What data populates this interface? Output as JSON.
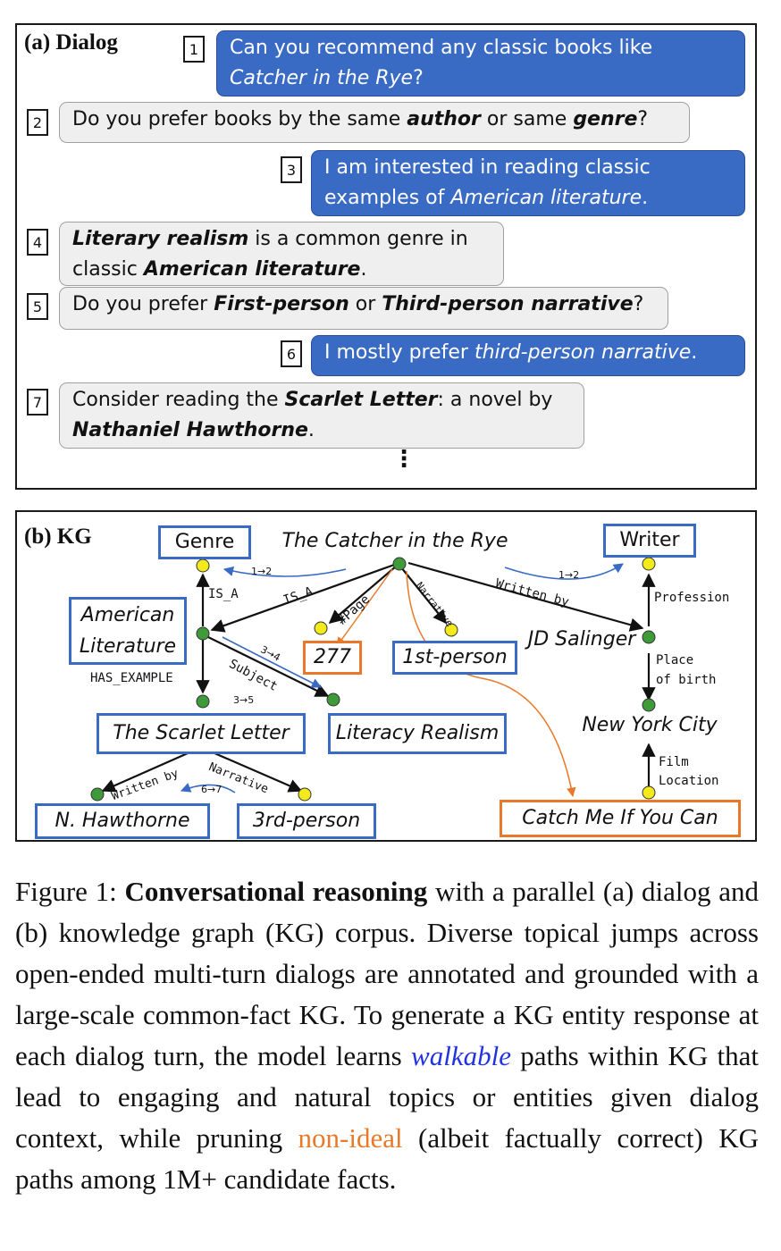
{
  "panel_a": {
    "title": "(a) Dialog",
    "turns": [
      {
        "num": "1",
        "speaker": "user",
        "segments": [
          {
            "t": "Can you recommend any classic books like "
          },
          {
            "t": "Catcher in the Rye",
            "s": "i"
          },
          {
            "t": "?"
          }
        ]
      },
      {
        "num": "2",
        "speaker": "bot",
        "segments": [
          {
            "t": "Do you prefer books by the same "
          },
          {
            "t": "author",
            "s": "bi"
          },
          {
            "t": " or same "
          },
          {
            "t": "genre",
            "s": "bi"
          },
          {
            "t": "?"
          }
        ]
      },
      {
        "num": "3",
        "speaker": "user",
        "segments": [
          {
            "t": "I am interested in reading classic examples of "
          },
          {
            "t": "American literature",
            "s": "i"
          },
          {
            "t": "."
          }
        ]
      },
      {
        "num": "4",
        "speaker": "bot",
        "segments": [
          {
            "t": "Literary realism",
            "s": "bi"
          },
          {
            "t": " is a common genre in classic "
          },
          {
            "t": "American literature",
            "s": "bi"
          },
          {
            "t": "."
          }
        ]
      },
      {
        "num": "5",
        "speaker": "bot",
        "segments": [
          {
            "t": "Do you prefer "
          },
          {
            "t": "First-person",
            "s": "bi"
          },
          {
            "t": " or "
          },
          {
            "t": "Third-person narrative",
            "s": "bi"
          },
          {
            "t": "?"
          }
        ]
      },
      {
        "num": "6",
        "speaker": "user",
        "segments": [
          {
            "t": "I mostly prefer "
          },
          {
            "t": "third-person narrative",
            "s": "i"
          },
          {
            "t": "."
          }
        ]
      },
      {
        "num": "7",
        "speaker": "bot",
        "segments": [
          {
            "t": "Consider reading the "
          },
          {
            "t": "Scarlet Letter",
            "s": "bi"
          },
          {
            "t": ": a novel by "
          },
          {
            "t": "Nathaniel Hawthorne",
            "s": "bi"
          },
          {
            "t": "."
          }
        ]
      }
    ],
    "ellipsis": "⋮"
  },
  "panel_b": {
    "title": "(b) KG",
    "nodes": {
      "genre": "Genre",
      "catcher": "The Catcher in the Rye",
      "writer": "Writer",
      "american_literature_1": "American",
      "american_literature_2": "Literature",
      "page_count": "277",
      "first_person": "1st-person",
      "jd_salinger": "JD Salinger",
      "scarlet_letter": "The Scarlet Letter",
      "literacy_realism": "Literacy Realism",
      "new_york_city": "New York City",
      "hawthorne": "N. Hawthorne",
      "third_person": "3rd-person",
      "catch_me": "Catch Me If You Can"
    },
    "edges": {
      "is_a_left": "IS_A",
      "is_a_diag": "IS_A",
      "page": "#Page",
      "narrative_top": "Narrative",
      "written_by_top": "Written by",
      "profession": "Profession",
      "place_of_birth_1": "Place",
      "place_of_birth_2": "of birth",
      "has_example": "HAS_EXAMPLE",
      "subject": "Subject",
      "written_by_bottom": "Written by",
      "narrative_bottom": "Narrative",
      "film_location_1": "Film",
      "film_location_2": "Location"
    },
    "steps": {
      "s12_left": "1→2",
      "s12_right": "1→2",
      "s34": "3→4",
      "s35": "3→5",
      "s67": "6→7"
    },
    "colors": {
      "node_green": "#3f9a3a",
      "node_yellow": "#f2ea1a",
      "box_blue": "#3a6bc4",
      "box_orange": "#e8792a",
      "walk_blue": "#3a6bc4"
    }
  },
  "caption": {
    "label": "Figure 1: ",
    "bold": "Conversational reasoning",
    "part1": " with a parallel (a) dialog and (b) knowledge graph (KG) corpus. Diverse topical jumps across open-ended multi-turn dialogs are annotated and grounded with a large-scale common-fact KG. To generate a KG entity response at each dialog turn, the model learns ",
    "walkable": "walkable",
    "part2": " paths within KG that lead to engaging and natural topics or entities given dialog context, while pruning ",
    "non_ideal": "non-ideal",
    "part3": " (albeit factually correct) KG paths among 1M+ candidate facts."
  }
}
